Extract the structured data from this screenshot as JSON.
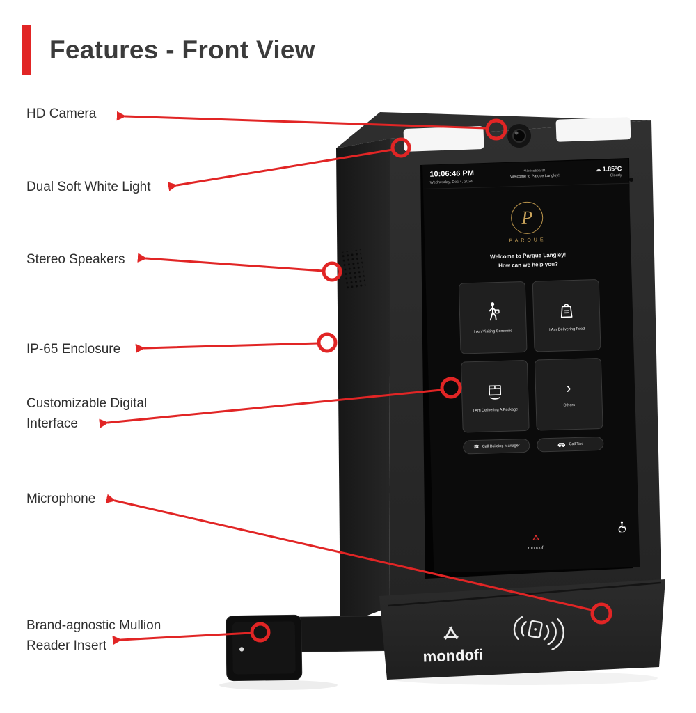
{
  "title": "Features - Front View",
  "colors": {
    "accent_red": "#e12525",
    "gold": "#c9a35a",
    "enclosure_dark": "#262626"
  },
  "callouts": [
    {
      "label": "HD Camera"
    },
    {
      "label": "Dual Soft White Light"
    },
    {
      "label": "Stereo Speakers"
    },
    {
      "label": "IP-65 Enclosure"
    },
    {
      "label": "Customizable Digital Interface"
    },
    {
      "label": "Microphone"
    },
    {
      "label": "Brand-agnostic Mullion Reader Insert"
    }
  ],
  "icons": {
    "cloud_glyph": "☁",
    "phone_glyph": "☎",
    "chevron_glyph": "›"
  },
  "device": {
    "bottom_brand": "mondofi",
    "screen": {
      "status": {
        "time": "10:06:46 PM",
        "date": "Wednesday, Dec 4, 2024",
        "notice_tag": "*Noticeboard1",
        "notice_text": "Welcome to Parque Langley!",
        "temperature": "1.85°C",
        "weather": "Cloudy"
      },
      "brand_monogram": "P",
      "brand": "PARQUE",
      "welcome_line1": "Welcome to Parque Langley!",
      "welcome_line2": "How can we help you?",
      "tiles": [
        {
          "label": "I Am Visiting Someone",
          "icon": "visitor-walking-icon"
        },
        {
          "label": "I Am Delivering Food",
          "icon": "food-delivery-icon"
        },
        {
          "label": "I Am Delivering A Package",
          "icon": "package-icon"
        },
        {
          "label": "Others",
          "icon": "chevron-right-icon"
        }
      ],
      "actions": [
        {
          "label": "Call Building Manager",
          "icon": "phone-icon"
        },
        {
          "label": "Call Taxi",
          "icon": "taxi-icon"
        }
      ],
      "footer_brand": "mondofi"
    }
  }
}
